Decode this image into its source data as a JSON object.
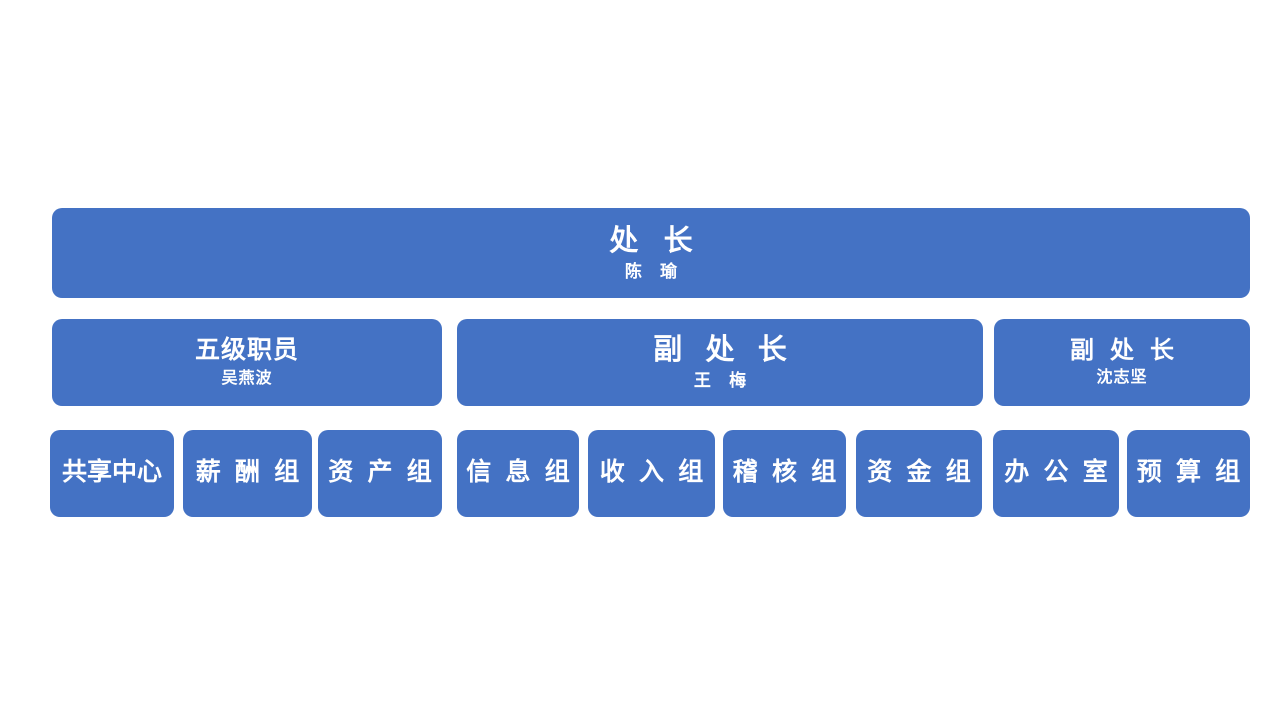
{
  "theme": {
    "node_fill": "#4472C4",
    "node_text": "#FFFFFF",
    "background": "#FFFFFF"
  },
  "org_chart": {
    "level1": [
      {
        "title": "处 长",
        "person": "陈 瑜"
      }
    ],
    "level2": [
      {
        "title": "五级职员",
        "person": "吴燕波"
      },
      {
        "title": "副 处 长",
        "person": "王 梅"
      },
      {
        "title": "副 处 长",
        "person": "沈志坚"
      }
    ],
    "level3": [
      {
        "title": "共享中心"
      },
      {
        "title": "薪 酬 组"
      },
      {
        "title": "资 产 组"
      },
      {
        "title": "信 息 组"
      },
      {
        "title": "收 入 组"
      },
      {
        "title": "稽 核 组"
      },
      {
        "title": "资 金 组"
      },
      {
        "title": "办 公 室"
      },
      {
        "title": "预 算 组"
      }
    ]
  }
}
